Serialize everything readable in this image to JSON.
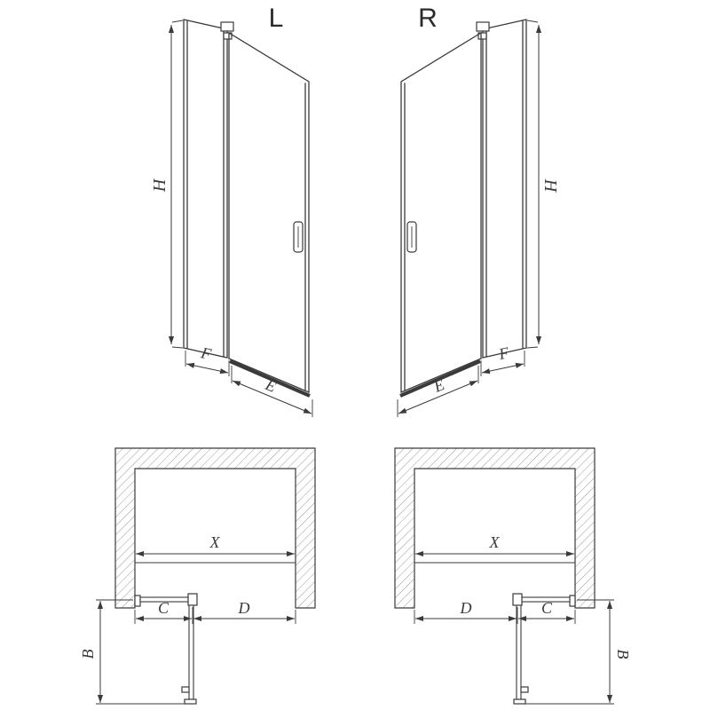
{
  "drawing": {
    "front_left": {
      "variant": "L",
      "height": "H",
      "fixed_width": "F",
      "door_width": "E"
    },
    "front_right": {
      "variant": "R",
      "height": "H",
      "fixed_width": "F",
      "door_width": "E"
    },
    "plan_left": {
      "inner_width": "X",
      "fixed_width": "C",
      "door_width": "D",
      "swing_depth": "B"
    },
    "plan_right": {
      "inner_width": "X",
      "fixed_width": "C",
      "door_width": "D",
      "swing_depth": "B"
    }
  },
  "colors": {
    "line": "#3a3a3a",
    "hatch": "#9a9a9a",
    "background": "#ffffff"
  }
}
